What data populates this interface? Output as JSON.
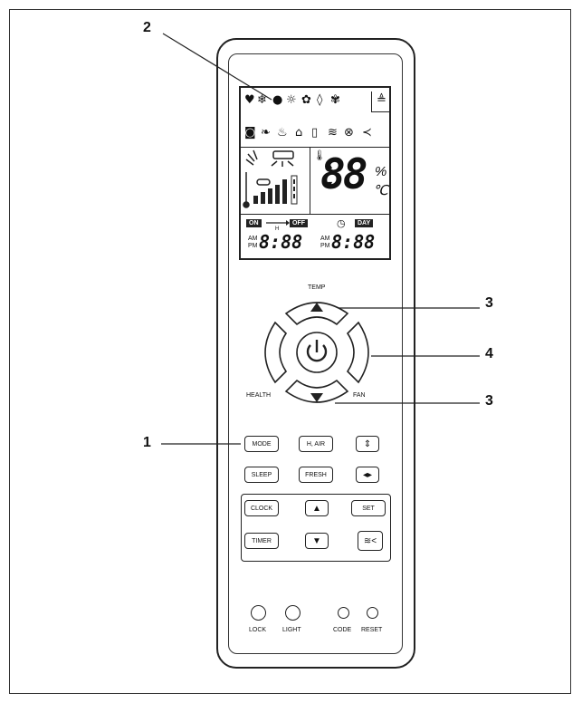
{
  "callouts": {
    "c1": "1",
    "c2": "2",
    "c3a": "3",
    "c3b": "3",
    "c4": "4"
  },
  "lcd": {
    "percent": "%",
    "celsius": "℃",
    "big_digits": "88",
    "on_tag": "ON",
    "off_tag": "OFF",
    "day_tag": "DAY",
    "am": "AM",
    "pm": "PM",
    "time_left": "8:88",
    "time_right": "8:88",
    "small_h": "H"
  },
  "dial": {
    "temp": "TEMP",
    "health": "HEALTH",
    "fan": "FAN"
  },
  "buttons": {
    "mode": "MODE",
    "hair": "H, AIR",
    "sleep": "SLEEP",
    "fresh": "FRESH",
    "clock": "CLOCK",
    "set": "SET",
    "timer": "TIMER"
  },
  "bottom": {
    "lock": "LOCK",
    "light": "LIGHT",
    "code": "CODE",
    "reset": "RESET"
  },
  "icons": {
    "row1": [
      "heart-icon",
      "snowflake-icon",
      "drop-icon",
      "sun-icon",
      "fan-icon",
      "drop-outline-icon",
      "fan-outline-icon",
      "scroll-icon"
    ],
    "row2": [
      "moon-icon",
      "leaf-icon",
      "heater-icon",
      "house-icon",
      "trash-icon",
      "wind-icon",
      "circle-x-icon",
      "share-icon"
    ]
  }
}
